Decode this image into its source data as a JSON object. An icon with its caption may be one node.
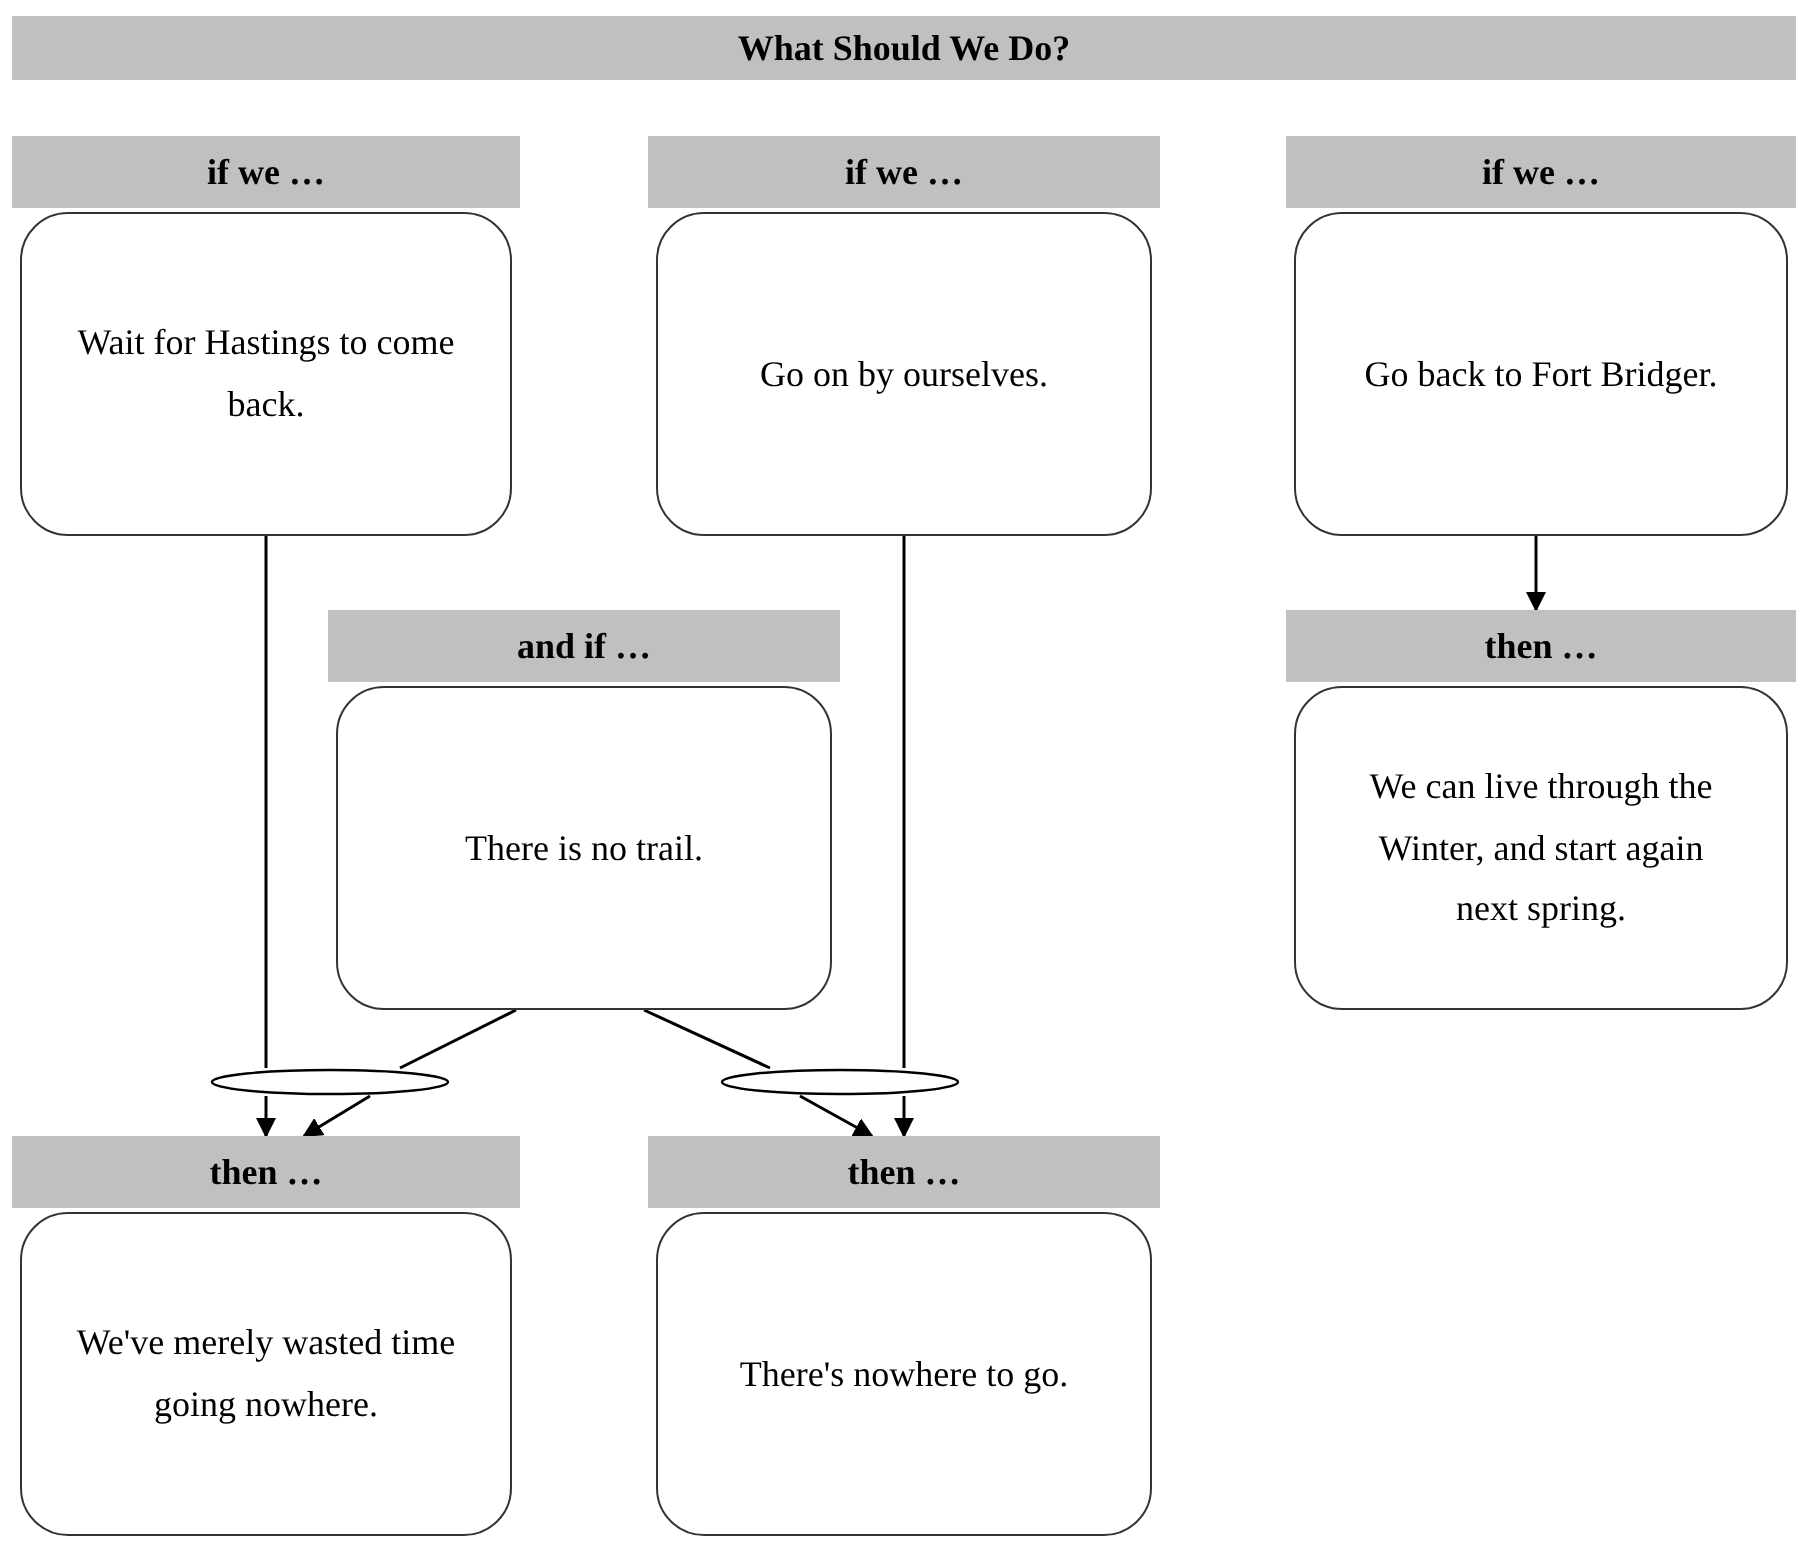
{
  "diagram": {
    "title": "What Should We Do?",
    "nodes": [
      {
        "text": [
          "if we …",
          "Wait for Hastings to come back."
        ]
      },
      {
        "text": [
          "if we …",
          "Go on by ourselves."
        ]
      },
      {
        "text": [
          "if we …",
          "Go back to Fort Bridger."
        ]
      },
      {
        "text": [
          "and if …",
          "There is no trail."
        ]
      },
      {
        "text": [
          "then …",
          "We can live through the Winter, and start again next spring."
        ]
      },
      {
        "text": [
          "then …",
          "We've merely wasted time going nowhere."
        ]
      },
      {
        "text": [
          "then …",
          "There's nowhere to go."
        ]
      },
      {
        "text": [],
        "shape": "ellipse"
      },
      {
        "text": [],
        "shape": "ellipse"
      }
    ],
    "edges": [
      {
        "from": 0,
        "to": 7,
        "arrow": "none"
      },
      {
        "from": 3,
        "to": 7,
        "arrow": "none"
      },
      {
        "from": 7,
        "to": 5,
        "arrow": "to"
      },
      {
        "from": 7,
        "to": 5,
        "arrow": "to"
      },
      {
        "from": 1,
        "to": 8,
        "arrow": "none"
      },
      {
        "from": 3,
        "to": 8,
        "arrow": "none"
      },
      {
        "from": 8,
        "to": 6,
        "arrow": "to"
      },
      {
        "from": 8,
        "to": 6,
        "arrow": "to"
      },
      {
        "from": 2,
        "to": 4,
        "arrow": "to"
      }
    ]
  }
}
